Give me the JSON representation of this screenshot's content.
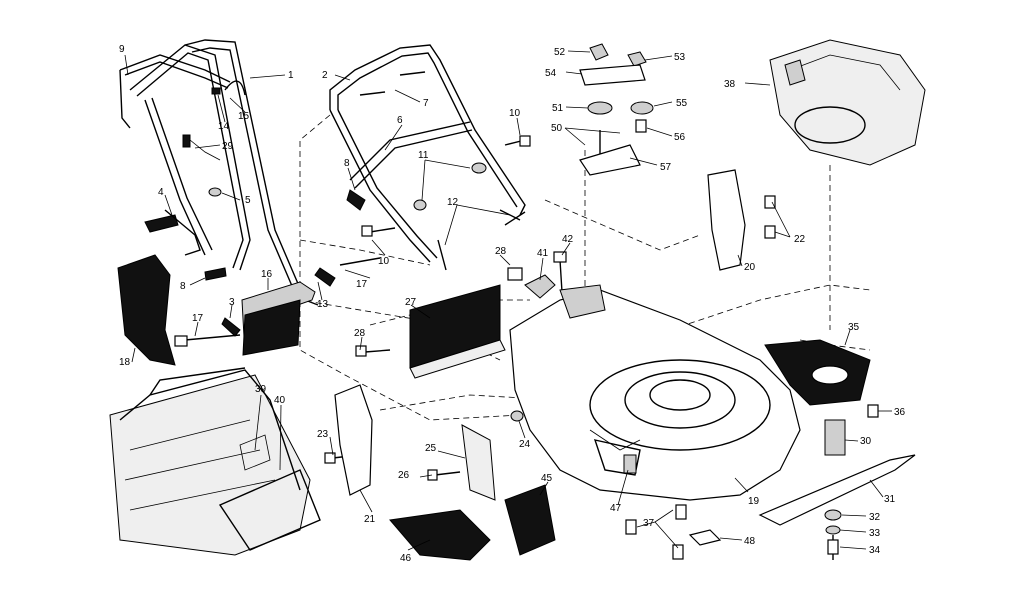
{
  "labels": {
    "p1": "1",
    "p2": "2",
    "p3": "3",
    "p4": "4",
    "p5": "5",
    "p6": "6",
    "p7": "7",
    "p8a": "8",
    "p8b": "8",
    "p9": "9",
    "p10a": "10",
    "p10b": "10",
    "p11": "11",
    "p12": "12",
    "p13": "13",
    "p14": "14",
    "p15": "15",
    "p16": "16",
    "p17a": "17",
    "p17b": "17",
    "p18": "18",
    "p19": "19",
    "p20": "20",
    "p21": "21",
    "p22": "22",
    "p23": "23",
    "p24": "24",
    "p25": "25",
    "p26": "26",
    "p27": "27",
    "p28a": "28",
    "p28b": "28",
    "p29": "29",
    "p30": "30",
    "p31": "31",
    "p32": "32",
    "p33": "33",
    "p34": "34",
    "p35": "35",
    "p36": "36",
    "p37": "37",
    "p38": "38",
    "p39": "39",
    "p40": "40",
    "p41": "41",
    "p42": "42",
    "p45": "45",
    "p46": "46",
    "p47": "47",
    "p48": "48",
    "p50": "50",
    "p51": "51",
    "p52": "52",
    "p53": "53",
    "p54": "54",
    "p55": "55",
    "p56": "56",
    "p57": "57"
  }
}
